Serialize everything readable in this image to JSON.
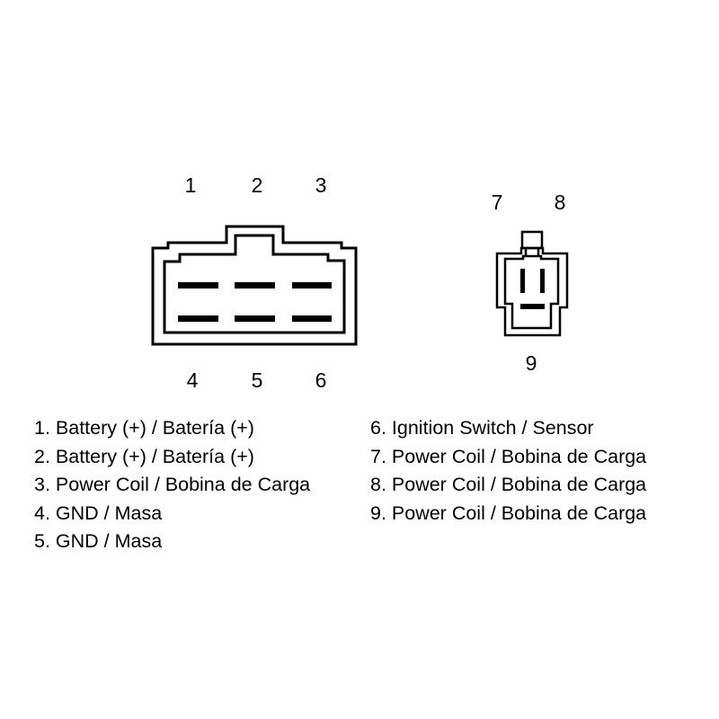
{
  "connector_a": {
    "pins_top": [
      "1",
      "2",
      "3"
    ],
    "pins_bottom": [
      "4",
      "5",
      "6"
    ]
  },
  "connector_b": {
    "pins_top": [
      "7",
      "8"
    ],
    "pins_bottom": [
      "9"
    ]
  },
  "legend_left": [
    "1. Battery (+) / Batería (+)",
    "2. Battery (+) / Batería (+)",
    "3. Power Coil / Bobina de Carga",
    "4. GND / Masa",
    "5. GND / Masa"
  ],
  "legend_right": [
    "6. Ignition Switch / Sensor",
    "7. Power Coil / Bobina de Carga",
    "8. Power Coil / Bobina de Carga",
    "9. Power Coil / Bobina de Carga"
  ]
}
